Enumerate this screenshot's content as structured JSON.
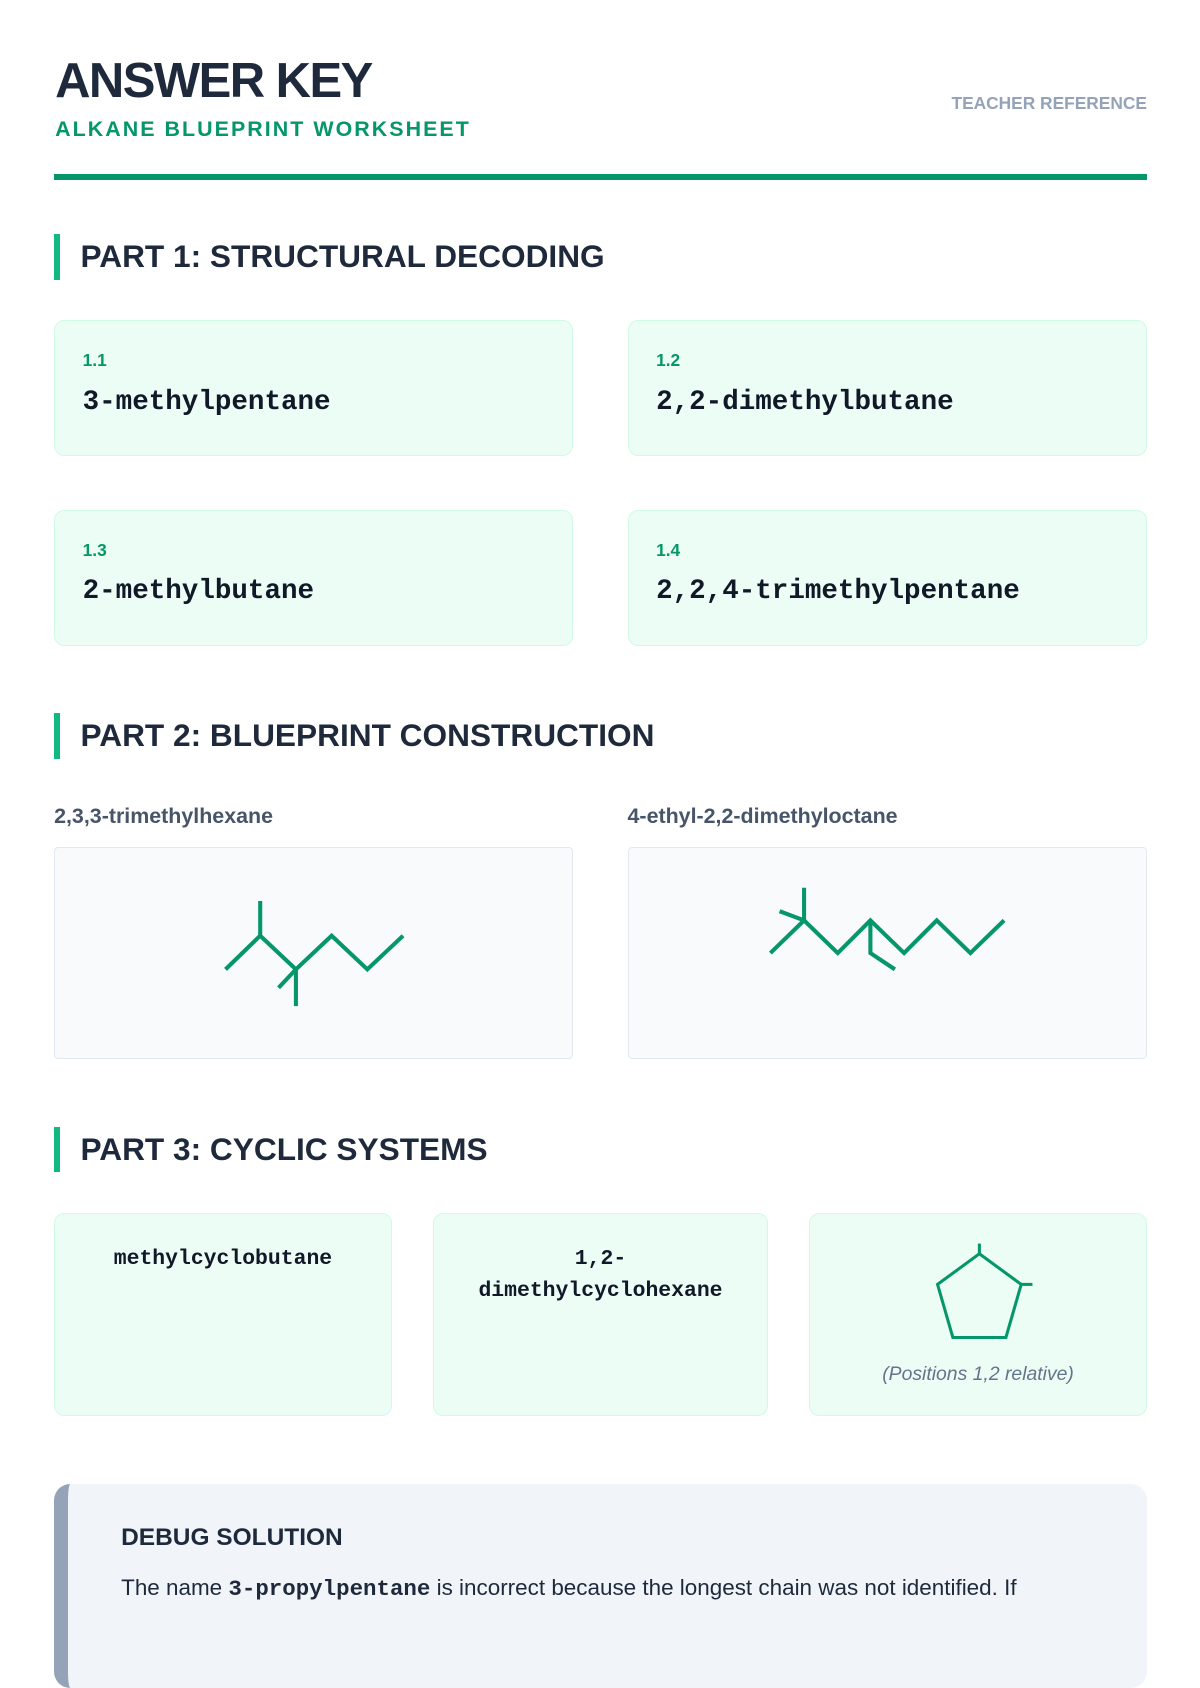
{
  "header": {
    "title": "ANSWER KEY",
    "subtitle": "ALKANE BLUEPRINT WORKSHEET",
    "reference": "TEACHER REFERENCE"
  },
  "part1": {
    "heading": "PART 1: STRUCTURAL DECODING",
    "items": [
      {
        "num": "1.1",
        "name": "3-methylpentane"
      },
      {
        "num": "1.2",
        "name": "2,2-dimethylbutane"
      },
      {
        "num": "1.3",
        "name": "2-methylbutane"
      },
      {
        "num": "1.4",
        "name": "2,2,4-trimethylpentane"
      }
    ]
  },
  "part2": {
    "heading": "PART 2: BLUEPRINT CONSTRUCTION",
    "items": [
      {
        "label": "2,3,3-trimethylhexane"
      },
      {
        "label": "4-ethyl-2,2-dimethyloctane"
      }
    ]
  },
  "part3": {
    "heading": "PART 3: CYCLIC SYSTEMS",
    "items": [
      {
        "name": "methylcyclobutane"
      },
      {
        "name": "1,2-dimethylcyclohexane"
      },
      {
        "note": "(Positions 1,2 relative)"
      }
    ]
  },
  "debug": {
    "title": "DEBUG SOLUTION",
    "text_before": "The name ",
    "code": "3-propylpentane",
    "text_after": " is incorrect because the longest chain was not identified. If"
  },
  "colors": {
    "accent": "#059669",
    "card_bg": "#ecfdf5"
  }
}
